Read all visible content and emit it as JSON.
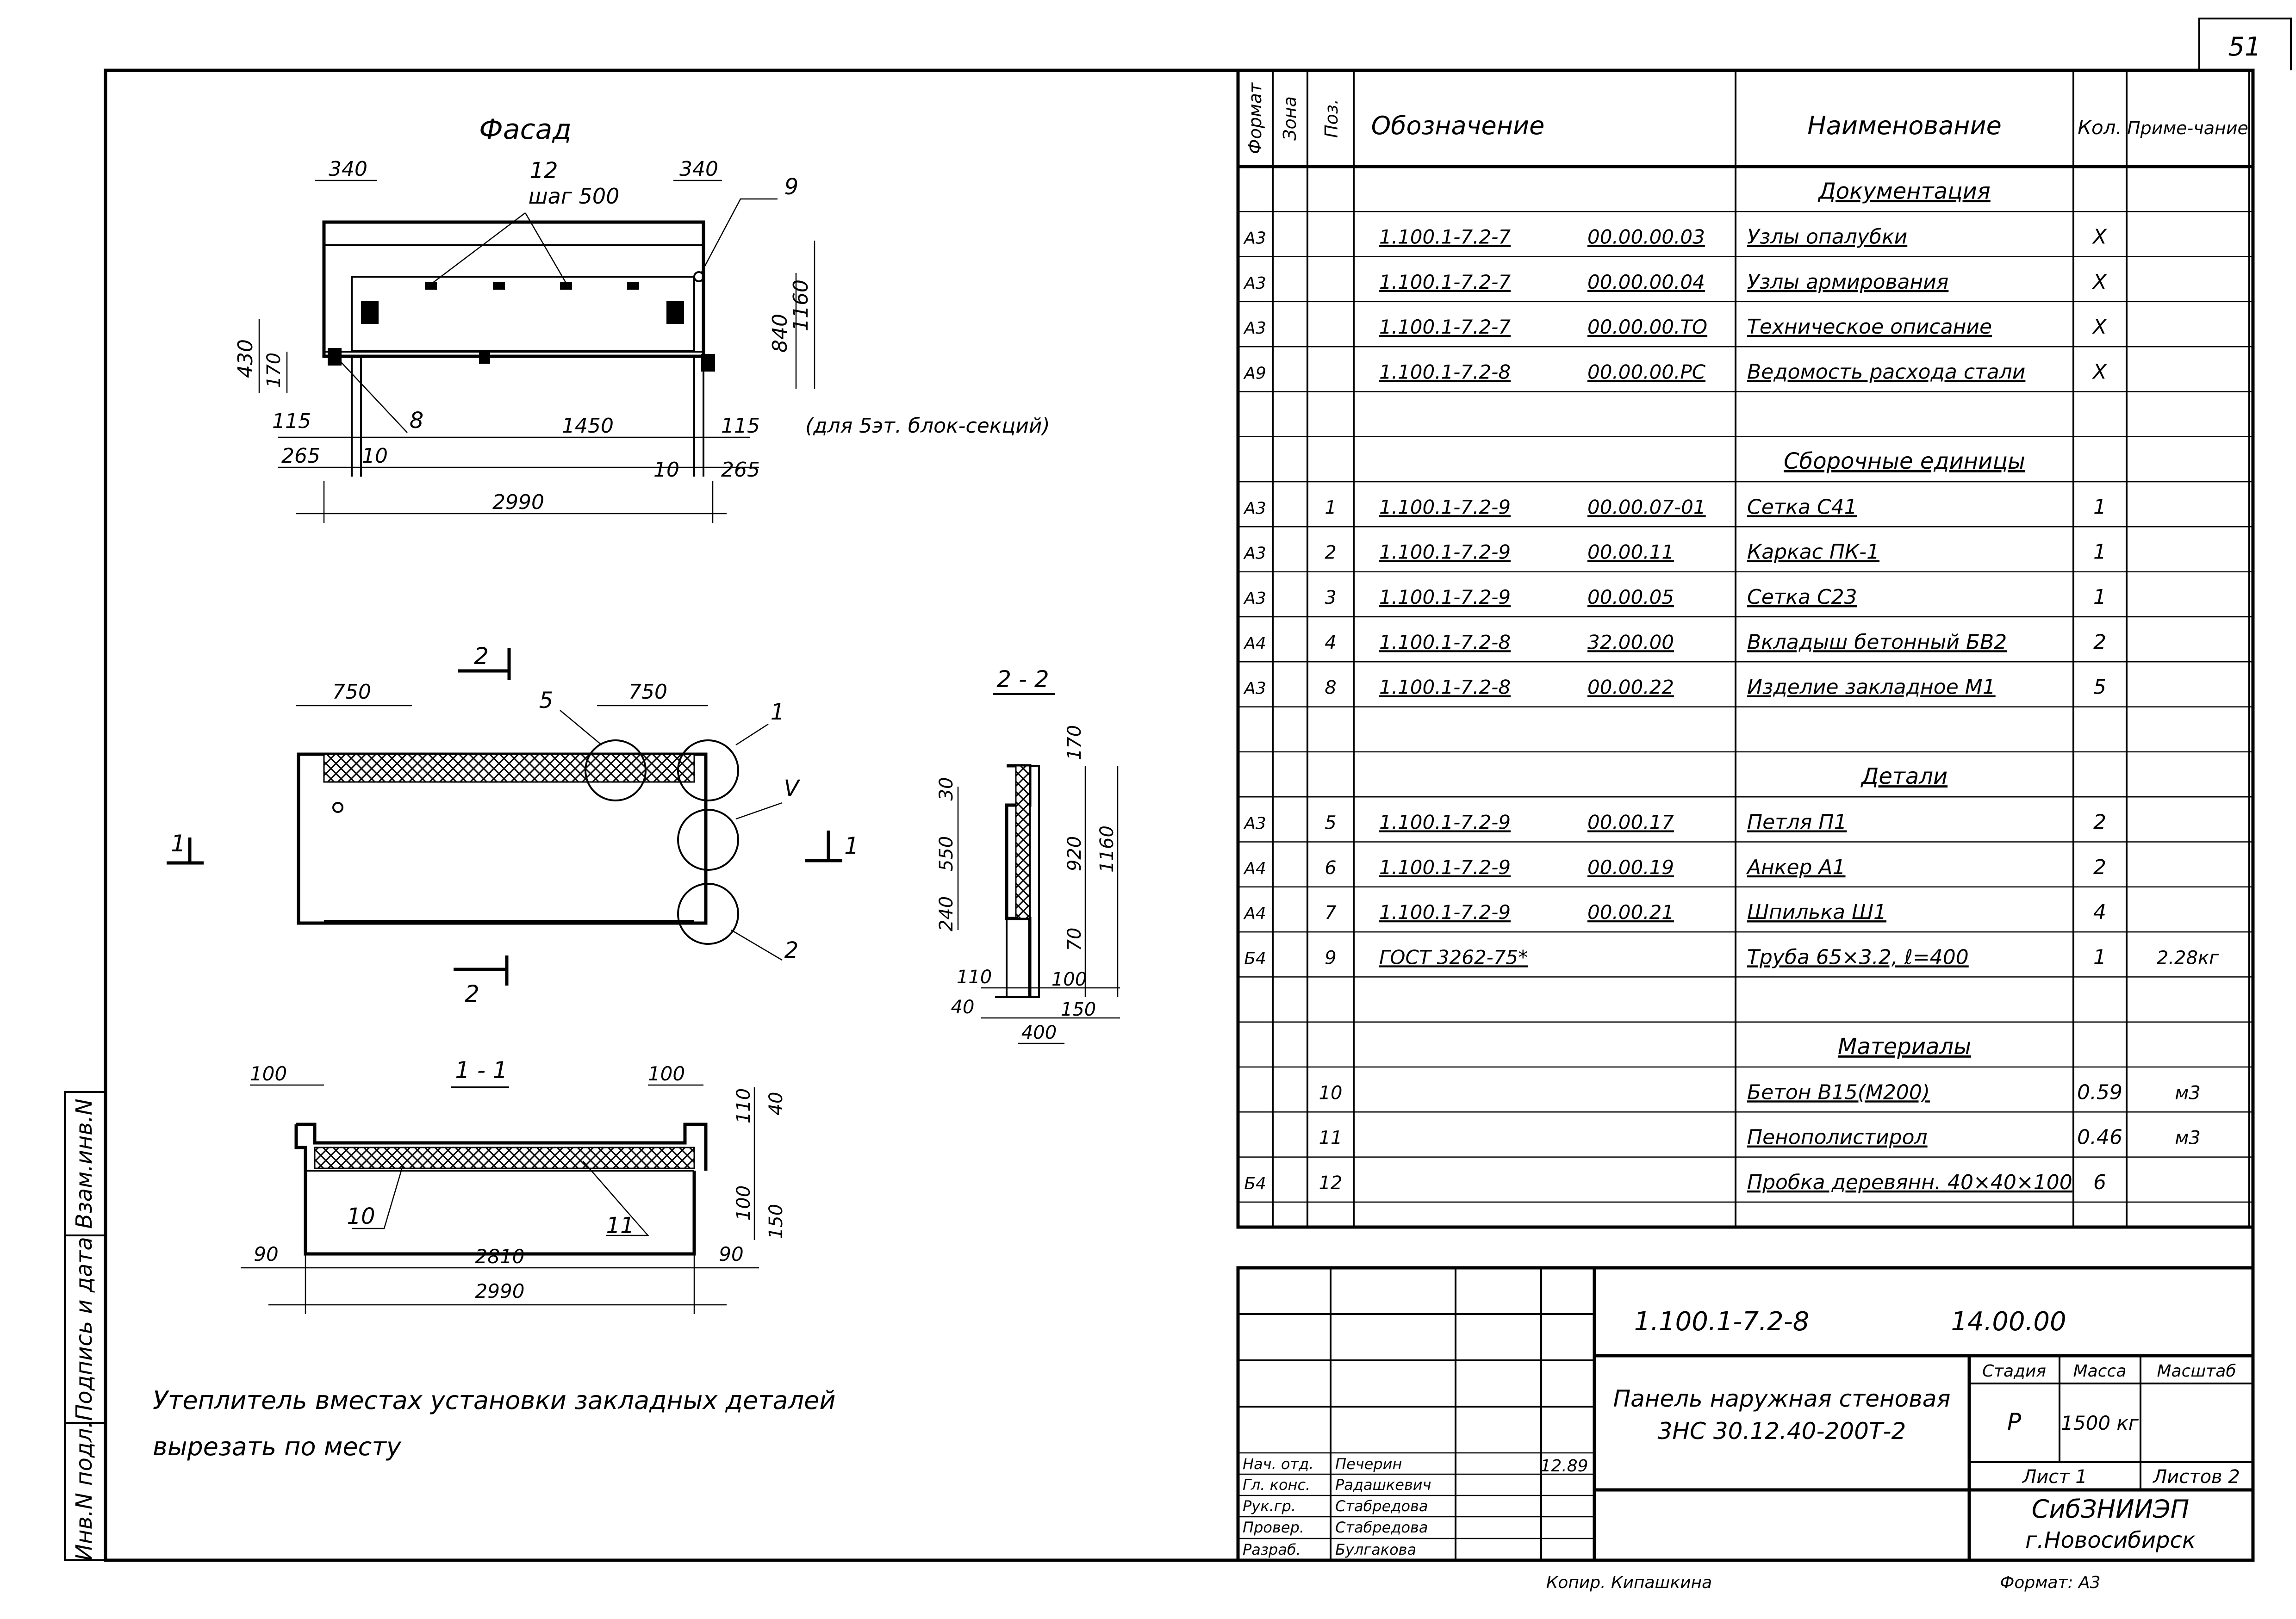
{
  "sheet_corner_number": "51",
  "drawing": {
    "facade_title": "Фасад",
    "facade_dims": {
      "d340_left": "340",
      "d340_right": "340",
      "pos12": "12",
      "step500": "шаг 500",
      "pos9": "9",
      "d430": "430",
      "d170": "170",
      "d840": "840",
      "d1160": "1160",
      "d115_left": "115",
      "pos8": "8",
      "d1450": "1450",
      "d115_right": "115",
      "note": "(для 5эт. блок-секций)",
      "d265_left": "265",
      "d10_left": "10",
      "d10_right": "10",
      "d265_right": "265",
      "d2990": "2990"
    },
    "plan": {
      "cut2_top": "2",
      "d750_left": "750",
      "pos5": "5",
      "d750_right": "750",
      "pos1": "1",
      "callout_v": "V",
      "cut1_left": "1",
      "cut1_right": "1",
      "pos2": "2",
      "cut2_bottom": "2"
    },
    "section22": {
      "title": "2 - 2",
      "d170": "170",
      "d30": "30",
      "d550": "550",
      "d920": "920",
      "d1160": "1160",
      "d240": "240",
      "d70": "70",
      "d110": "110",
      "d100": "100",
      "d40": "40",
      "d150": "150",
      "d400": "400"
    },
    "section11": {
      "title": "1 - 1",
      "d100_left": "100",
      "d100_right": "100",
      "d110": "110",
      "d40": "40",
      "pos10": "10",
      "pos11": "11",
      "d100v": "100",
      "d150v": "150",
      "d90_left": "90",
      "d2810": "2810",
      "d90_right": "90",
      "d2990": "2990"
    },
    "note_line1": "Утеплитель вместах установки закладных деталей",
    "note_line2": "вырезать по месту"
  },
  "left_stamp": {
    "f1": "Взам.инв.N",
    "f2": "Подпись и дата",
    "f3": "Инв.N подл."
  },
  "spec": {
    "headers": {
      "format": "Формат",
      "zone": "Зона",
      "pos": "Поз.",
      "designation": "Обозначение",
      "name": "Наименование",
      "qty": "Кол.",
      "note": "Приме-чание"
    },
    "rows": [
      {
        "type": "section",
        "name": "Документация"
      },
      {
        "fmt": "А3",
        "zone": "",
        "pos": "",
        "des": "1.100.1-7.2-7",
        "code": "00.00.00.03",
        "name": "Узлы опалубки",
        "qty": "X",
        "note": ""
      },
      {
        "fmt": "А3",
        "zone": "",
        "pos": "",
        "des": "1.100.1-7.2-7",
        "code": "00.00.00.04",
        "name": "Узлы армирования",
        "qty": "X",
        "note": ""
      },
      {
        "fmt": "А3",
        "zone": "",
        "pos": "",
        "des": "1.100.1-7.2-7",
        "code": "00.00.00.ТО",
        "name": "Техническое описание",
        "qty": "X",
        "note": ""
      },
      {
        "fmt": "А9",
        "zone": "",
        "pos": "",
        "des": "1.100.1-7.2-8",
        "code": "00.00.00.РС",
        "name": "Ведомость расхода стали",
        "qty": "X",
        "note": ""
      },
      {
        "type": "blank"
      },
      {
        "type": "section",
        "name": "Сборочные единицы"
      },
      {
        "fmt": "А3",
        "zone": "",
        "pos": "1",
        "des": "1.100.1-7.2-9",
        "code": "00.00.07-01",
        "name": "Сетка С41",
        "qty": "1",
        "note": ""
      },
      {
        "fmt": "А3",
        "zone": "",
        "pos": "2",
        "des": "1.100.1-7.2-9",
        "code": "00.00.11",
        "name": "Каркас ПК-1",
        "qty": "1",
        "note": ""
      },
      {
        "fmt": "А3",
        "zone": "",
        "pos": "3",
        "des": "1.100.1-7.2-9",
        "code": "00.00.05",
        "name": "Сетка С23",
        "qty": "1",
        "note": ""
      },
      {
        "fmt": "А4",
        "zone": "",
        "pos": "4",
        "des": "1.100.1-7.2-8",
        "code": "32.00.00",
        "name": "Вкладыш бетонный БВ2",
        "qty": "2",
        "note": ""
      },
      {
        "fmt": "А3",
        "zone": "",
        "pos": "8",
        "des": "1.100.1-7.2-8",
        "code": "00.00.22",
        "name": "Изделие закладное М1",
        "qty": "5",
        "note": ""
      },
      {
        "type": "blank"
      },
      {
        "type": "section",
        "name": "Детали"
      },
      {
        "fmt": "А3",
        "zone": "",
        "pos": "5",
        "des": "1.100.1-7.2-9",
        "code": "00.00.17",
        "name": "Петля П1",
        "qty": "2",
        "note": ""
      },
      {
        "fmt": "А4",
        "zone": "",
        "pos": "6",
        "des": "1.100.1-7.2-9",
        "code": "00.00.19",
        "name": "Анкер А1",
        "qty": "2",
        "note": ""
      },
      {
        "fmt": "А4",
        "zone": "",
        "pos": "7",
        "des": "1.100.1-7.2-9",
        "code": "00.00.21",
        "name": "Шпилька Ш1",
        "qty": "4",
        "note": ""
      },
      {
        "fmt": "Б4",
        "zone": "",
        "pos": "9",
        "des": "ГОСТ 3262-75*",
        "code": "",
        "name": "Труба 65×3.2, ℓ=400",
        "qty": "1",
        "note": "2.28кг"
      },
      {
        "type": "blank"
      },
      {
        "type": "section",
        "name": "Материалы"
      },
      {
        "fmt": "",
        "zone": "",
        "pos": "10",
        "des": "",
        "code": "",
        "name": "Бетон В15(М200)",
        "qty": "0.59",
        "note": "м3"
      },
      {
        "fmt": "",
        "zone": "",
        "pos": "11",
        "des": "",
        "code": "",
        "name": "Пенополистирол",
        "qty": "0.46",
        "note": "м3"
      },
      {
        "fmt": "Б4",
        "zone": "",
        "pos": "12",
        "des": "",
        "code": "",
        "name": "Пробка деревянн. 40×40×100",
        "qty": "6",
        "note": ""
      }
    ]
  },
  "title_block": {
    "doc_number": "1.100.1-7.2-8",
    "doc_suffix": "14.00.00",
    "product_line1": "Панель наружная стеновая",
    "product_line2": "3НС 30.12.40-200Т-2",
    "stage_label": "Стадия",
    "mass_label": "Масса",
    "scale_label": "Масштаб",
    "stage_value": "Р",
    "mass_value": "1500 кг",
    "sheet_label": "Лист 1",
    "sheets_label": "Листов 2",
    "org_line1": "СибЗНИИЭП",
    "org_line2": "г.Новосибирск",
    "copied": "Копир. Кипашкина",
    "format": "Формат: А3",
    "date": "12.89",
    "signers": [
      {
        "role": "Нач. отд.",
        "name": "Печерин"
      },
      {
        "role": "Гл. конс.",
        "name": "Радашкевич"
      },
      {
        "role": "Рук.гр.",
        "name": "Стабредова"
      },
      {
        "role": "Провер.",
        "name": "Стабредова"
      },
      {
        "role": "Разраб.",
        "name": "Булгакова"
      }
    ]
  }
}
